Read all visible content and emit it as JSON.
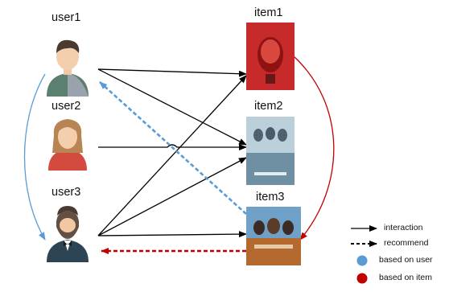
{
  "users": [
    {
      "label": "user1"
    },
    {
      "label": "user2"
    },
    {
      "label": "user3"
    }
  ],
  "items": [
    {
      "label": "item1",
      "poster_colors": [
        "#c62a2a",
        "#8f1212"
      ]
    },
    {
      "label": "item2",
      "poster_colors": [
        "#bcd0dc",
        "#6f8fa3"
      ]
    },
    {
      "label": "item3",
      "poster_colors": [
        "#6fa0c8",
        "#b46a2e"
      ]
    }
  ],
  "legend": {
    "interaction": "interaction",
    "recommend": "recommend",
    "based_on_user": "based on user",
    "based_on_item": "based on item"
  },
  "edges": {
    "interactions": [
      [
        "user1",
        "item1"
      ],
      [
        "user1",
        "item2"
      ],
      [
        "user2",
        "item2"
      ],
      [
        "user3",
        "item1"
      ],
      [
        "user3",
        "item2"
      ],
      [
        "user3",
        "item3"
      ]
    ],
    "user_based_similarity": [
      "user1",
      "user3"
    ],
    "item_based_similarity": [
      "item1",
      "item3"
    ],
    "recommend_user_based": [
      "item3",
      "user1"
    ],
    "recommend_item_based": [
      "item3",
      "user3"
    ]
  },
  "colors": {
    "interaction": "#000000",
    "user_based": "#5b9bd5",
    "item_based": "#c00000"
  }
}
